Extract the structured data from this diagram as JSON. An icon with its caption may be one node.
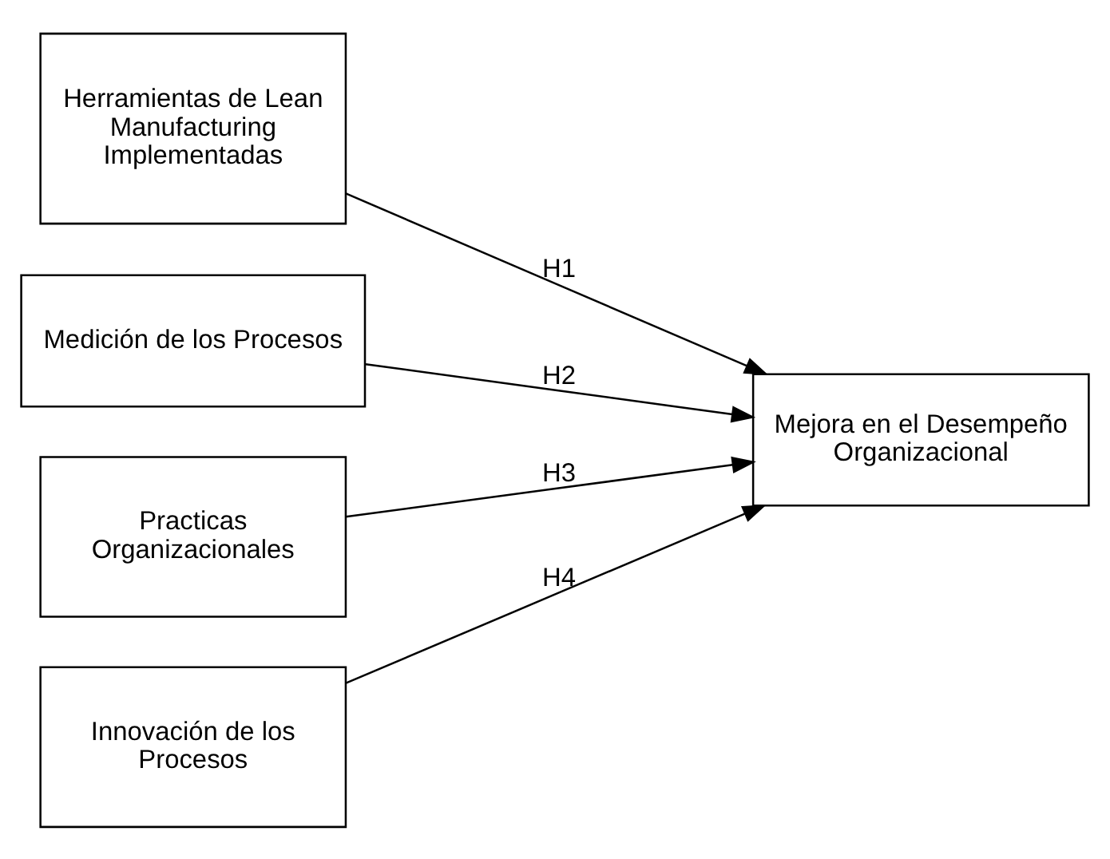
{
  "diagram": {
    "nodes": [
      {
        "text": [
          "Herramientas de Lean Manufacturing Implementadas"
        ]
      },
      {
        "text": [
          "Medición de los Procesos"
        ]
      },
      {
        "text": [
          "Practicas Organizacionales"
        ]
      },
      {
        "text": [
          "Innovación de los Procesos"
        ]
      },
      {
        "text": [
          "Mejora en el Desempeño Organizacional"
        ]
      }
    ],
    "edges": [
      {
        "from": 0,
        "to": 4,
        "arrow": "to",
        "label": "H1"
      },
      {
        "from": 1,
        "to": 4,
        "arrow": "to",
        "label": "H2"
      },
      {
        "from": 2,
        "to": 4,
        "arrow": "to",
        "label": "H3"
      },
      {
        "from": 3,
        "to": 4,
        "arrow": "to",
        "label": "H4"
      }
    ]
  }
}
